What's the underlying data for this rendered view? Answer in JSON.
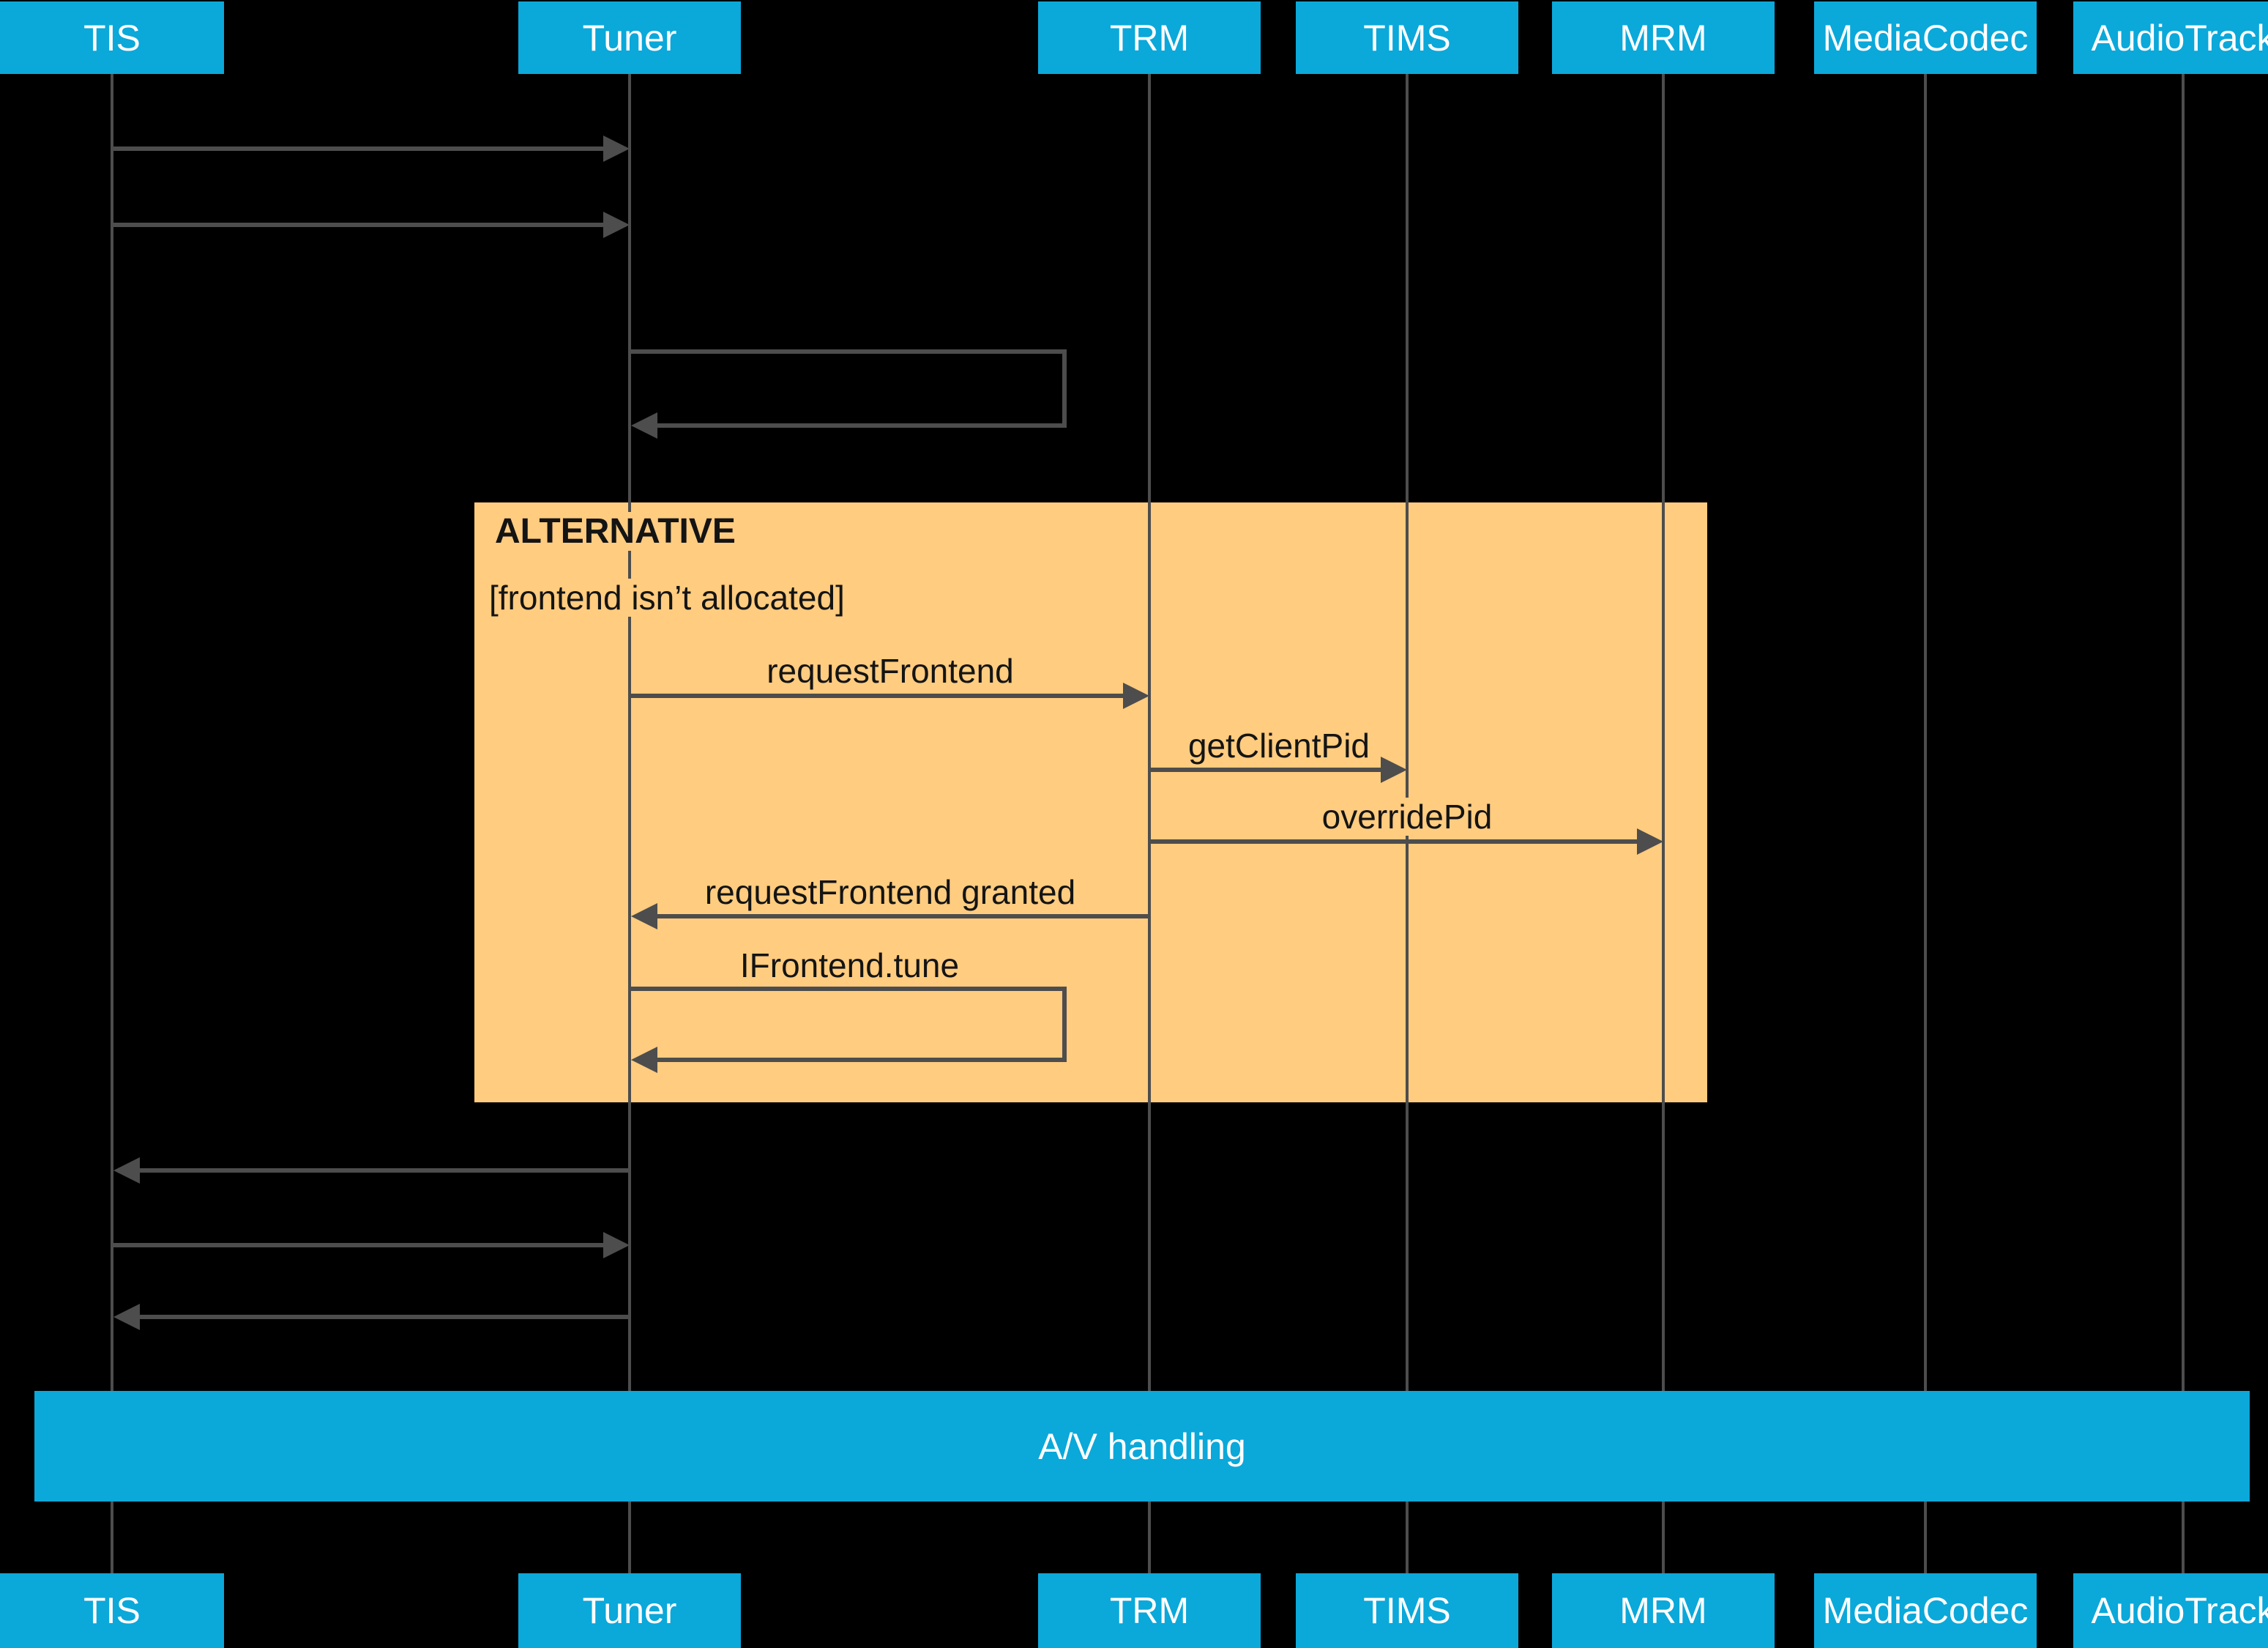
{
  "colors": {
    "background": "#000000",
    "participant_fill": "#0BA8DA",
    "participant_text": "#FFFFFF",
    "alt_fill": "#FFCC80",
    "line": "#4D4D4D",
    "label_text": "#141414"
  },
  "participants": [
    {
      "label": "TIS"
    },
    {
      "label": "Tuner"
    },
    {
      "label": "TRM"
    },
    {
      "label": "TIMS"
    },
    {
      "label": "MRM"
    },
    {
      "label": "MediaCodec"
    },
    {
      "label": "AudioTrack"
    }
  ],
  "alt_block": {
    "title": "ALTERNATIVE",
    "condition": "[frontend isn’t allocated]"
  },
  "messages": {
    "request_frontend": "requestFrontend",
    "get_client_pid": "getClientPid",
    "override_pid": "overridePid",
    "request_frontend_granted": "requestFrontend granted",
    "ifrontend_tune": "IFrontend.tune"
  },
  "av_bar": {
    "label": "A/V handling"
  }
}
